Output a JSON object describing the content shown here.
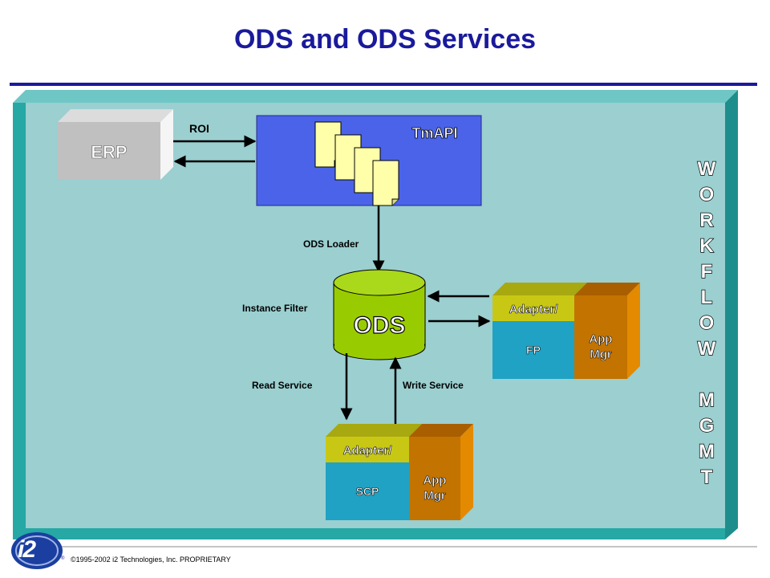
{
  "title": "ODS and ODS Services",
  "erp": "ERP",
  "roi": "ROI",
  "tmapi": "TmAPI",
  "ods_loader": "ODS Loader",
  "ods": "ODS",
  "instance_filter": "Instance Filter",
  "read_service": "Read Service",
  "write_service": "Write Service",
  "fp_adapter": {
    "adapter": "Adapter/",
    "name": "FP",
    "app_line1": "App",
    "app_line2": "Mgr"
  },
  "scp_adapter": {
    "adapter": "Adapter/",
    "name": "SCP",
    "app_line1": "App",
    "app_line2": "Mgr"
  },
  "workflow_letters": [
    "W",
    "O",
    "R",
    "K",
    "F",
    "L",
    "O",
    "W",
    "",
    "M",
    "G",
    "M",
    "T"
  ],
  "logo": "i2",
  "registered_mark": "®",
  "copyright": "©1995-2002 i2 Technologies, Inc. PROPRIETARY",
  "colors": {
    "title": "#1a1a9c",
    "panel": "#9bcfd0",
    "frame": "#26a8a5",
    "tmapi": "#4a63e8",
    "ods": "#99cc00",
    "adapter": "#c8c814",
    "fp": "#1fa2c4",
    "appmgr": "#c37300"
  }
}
